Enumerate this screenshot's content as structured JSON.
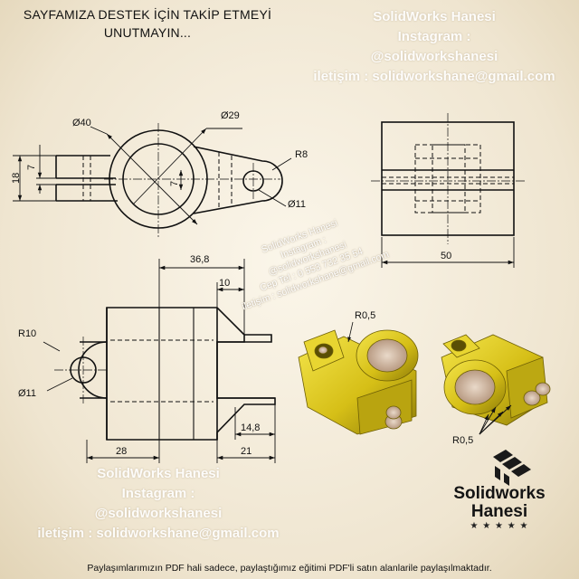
{
  "header": {
    "line1": "SAYFAMIZA DESTEK İÇİN TAKİP ETMEYİ",
    "line2": "UNUTMAYIN..."
  },
  "watermark_top": {
    "line1": "SolidWorks Hanesi",
    "line2": "Instagram :",
    "line3": "@solidworkshanesi",
    "line4": "iletişim : solidworkshane@gmail.com"
  },
  "watermark_diagonal": {
    "line1": "SolidWorks Hanesi",
    "line2": "Instagram :",
    "line3": "@solidworkshanesi",
    "line4": "Cep Tel : 0 553 732 35 54",
    "line5": "iletişim : solidworkshane@gmail.com"
  },
  "watermark_bottom": {
    "line1": "SolidWorks Hanesi",
    "line2": "Instagram :",
    "line3": "@solidworkshanesi",
    "line4": "iletişim : solidworkshane@gmail.com"
  },
  "dimensions": {
    "d40": "Ø40",
    "d29": "Ø29",
    "r8": "R8",
    "d11_top": "Ø11",
    "h18": "18",
    "h7_left": "7",
    "h7_center": "7",
    "w50": "50",
    "w36_8": "36,8",
    "w10": "10",
    "r10": "R10",
    "d11_front": "Ø11",
    "w28": "28",
    "w21": "21",
    "w14_8": "14,8",
    "r0_5_top": "R0,5",
    "r0_5_bottom": "R0,5"
  },
  "logo": {
    "name": "Solidworks",
    "sub": "Hanesi",
    "stars": "★ ★ ★ ★ ★"
  },
  "footer": "Paylaşımlarımızın PDF hali sadece, paylaştığımız eğitimi PDF'li satın alanlarile paylaşılmaktadır.",
  "colors": {
    "part_yellow": "#d9c21a",
    "part_shadow": "#8a7a0a",
    "line": "#111111"
  }
}
